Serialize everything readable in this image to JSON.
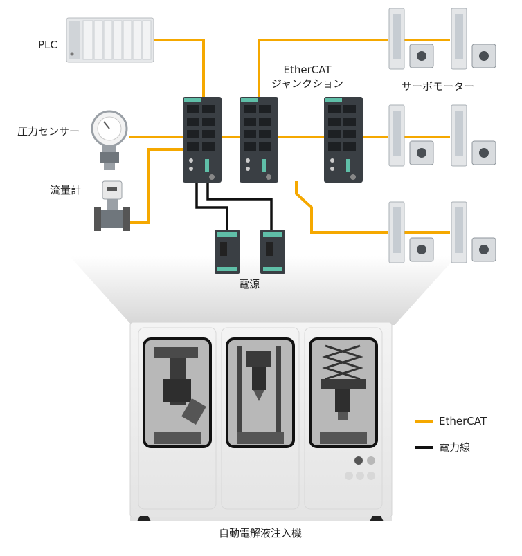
{
  "labels": {
    "plc": "PLC",
    "pressure_sensor": "圧力センサー",
    "flow_meter": "流量計",
    "ethercat_junction_line1": "EtherCAT",
    "ethercat_junction_line2": "ジャンクション",
    "servo_motor": "サーボモーター",
    "power_supply": "電源",
    "machine": "自動電解液注入機"
  },
  "legend": [
    {
      "label": "EtherCAT",
      "color": "#F5A800"
    },
    {
      "label": "電力線",
      "color": "#111111"
    }
  ],
  "colors": {
    "ethercat": "#F5A800",
    "power_line": "#111111",
    "device_body": "#3a3f44",
    "machine_panel": "#ececec",
    "window_frame": "#111111",
    "brand_strip": "#5fbfa8"
  }
}
